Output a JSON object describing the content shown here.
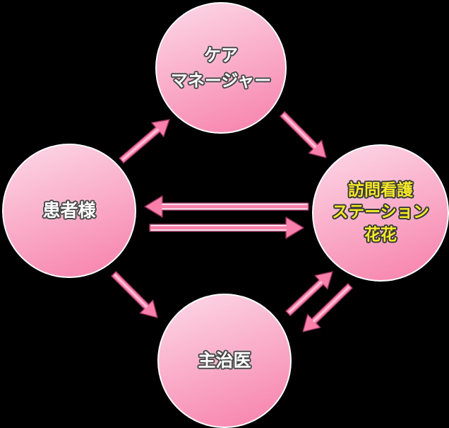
{
  "background_color": "#000000",
  "colors": {
    "circle_gradient_top": "#fcd9e8",
    "circle_gradient_bottom": "#f77fa9",
    "circle_border": "#ffffff",
    "arrow_fill": "#f980aa",
    "arrow_outline": "#93325c",
    "arrow_stripe": "#ffffff",
    "label_white": "#ffffff",
    "label_yellow": "#f6e829"
  },
  "nodes": {
    "care_manager": {
      "lines": [
        "ケア",
        "マネージャー"
      ],
      "text_color": "#ffffff"
    },
    "patient": {
      "lines": [
        "患者様"
      ],
      "text_color": "#ffffff"
    },
    "station": {
      "lines": [
        "訪問看護",
        "ステーション",
        "花花"
      ],
      "text_color": "#f6e829"
    },
    "doctor": {
      "lines": [
        "主治医"
      ],
      "text_color": "#ffffff"
    }
  },
  "edges": [
    {
      "from": "patient",
      "to": "care_manager"
    },
    {
      "from": "care_manager",
      "to": "station"
    },
    {
      "from": "station",
      "to": "patient"
    },
    {
      "from": "patient",
      "to": "station"
    },
    {
      "from": "patient",
      "to": "doctor"
    },
    {
      "from": "doctor",
      "to": "station"
    },
    {
      "from": "station",
      "to": "doctor"
    }
  ]
}
